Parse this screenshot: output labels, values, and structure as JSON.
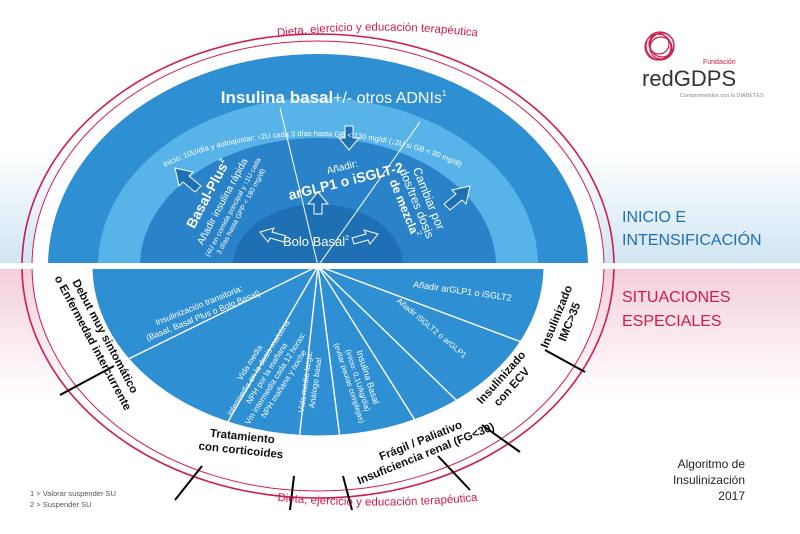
{
  "outer_ring": {
    "top_label": "Dieta, ejercicio y educación terapéutica",
    "bottom_label": "Dieta, ejercicio y educación terapéutica"
  },
  "logo": {
    "small": "Fundación",
    "name": "redGDPS",
    "tagline": "Comprometidos con la DIABETES"
  },
  "sections": {
    "top": "INICIO E\nINTENSIFICACIÓN",
    "top_line1": "INICIO E",
    "top_line2": "INTENSIFICACIÓN",
    "bottom_line1": "SITUACIONES",
    "bottom_line2": "ESPECIALES"
  },
  "upper": {
    "insulina_basal": "Insulina basal",
    "adnis": "+/- otros ADNIs",
    "adnis_sup": "1",
    "titration": "Inicio: 10U/día y autoajustar: ↑2U cada 3 días hasta GB < 130 mg/dl (↓2U si GB < 80 mg/dl)",
    "basal_plus": "Basal-Plus",
    "basal_plus_sup": "2",
    "basal_plus_d1": "Añadir insulina rápida",
    "basal_plus_d2": "(4U en comida principal y ↑1U cada",
    "basal_plus_d3": "3 días hasta GPP < 180 mg/dl)",
    "anadir": "Añadir:",
    "arglp1": "arGLP1 o iSGLT-2",
    "cambiar1": "Cambiar por",
    "cambiar2": "dos/tres dosis",
    "cambiar3": "de mezcla",
    "cambiar_sup": "2",
    "bolo_basal": "Bolo Basal",
    "bolo_sup": "2"
  },
  "lower": {
    "debut1": "Debut muy sintomático",
    "debut2": "o Enfermedad intercurrente",
    "transitoria1": "Insulinización transitoria:",
    "transitoria2": "(Basal, Basal Plus o Bolo Basal)",
    "corticoides1": "Tratamiento",
    "corticoides2": "con corticoides",
    "vida_media1": "Vida media",
    "vida_media2": "intermedia en la dosis matutina",
    "vida_media3": "NPH por la mañana",
    "vida_media4": "Vm intermedia cada 12 horas:",
    "vida_media5": "NPH mañana y noche",
    "vida_larga1": "Vida media larga:",
    "vida_larga2": "Análogo basal",
    "fragil1": "Frágil / Paliativo",
    "fragil2": "Insuficiencia renal (FG<30)",
    "ins_basal1": "Insulina Basal",
    "ins_basal2": "(inicio: 0,1U/kg/día)",
    "ins_basal3": "(evitar pautas complejas)",
    "anadir_isglt2": "Añadir iSGLT2 o arGLP1",
    "ecv1": "Insulinizado",
    "ecv2": "con ECV",
    "anadir_arglp1": "Añadir arGLP1 o iSGLT2",
    "imc1": "Insulinizado",
    "imc2": "IMC>35"
  },
  "footnotes": {
    "f1": "1 > Valorar suspender SU",
    "f2": "2 > Suspender SU"
  },
  "footer_title": {
    "line1": "Algoritmo de",
    "line2": "Insulinización",
    "line3": "2017"
  },
  "colors": {
    "outer_blue": "#2f8fd3",
    "mid_blue": "#58b3e8",
    "inner_blue": "#2a83c9",
    "core_blue": "#1f6fb5",
    "accent_red": "#d11b4a",
    "section_blue": "#1f6fb5",
    "band_top": "#dbeaf4",
    "band_bottom": "#f6dbe4"
  }
}
